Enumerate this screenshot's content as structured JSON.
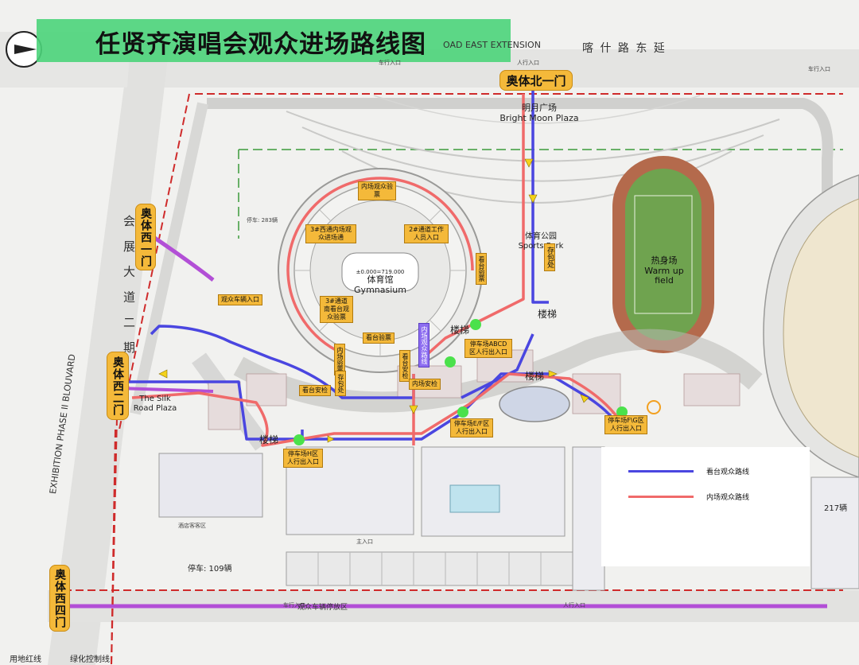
{
  "title": "任贤齐演唱会观众进场路线图",
  "roads": {
    "north_en": "OAD EAST EXTENSION",
    "north_cn": "喀 什 路 东 延",
    "west_en": "EXHIBITION PHASE II BLOUVARD",
    "west_cn": "会 展 大 道 二 期",
    "south_label": "观众车辆停放区"
  },
  "gates": {
    "north1": "奥体北一门",
    "west1": "奥体西一门",
    "west2": "奥体西二门",
    "west4": "奥体西四门"
  },
  "places": {
    "bright_moon_cn": "明月广场",
    "bright_moon_en": "Bright Moon Plaza",
    "gymnasium_cn": "体育馆",
    "gymnasium_en": "Gymnasium",
    "sports_park_cn": "体育公园",
    "sports_park_en": "Sports Park",
    "warmup_cn": "热身场",
    "warmup_en_line1": "Warm up",
    "warmup_en_line2": "field",
    "silk_en_line1": "The Silk",
    "silk_en_line2": "Road Plaza",
    "hotel": "酒店客客区",
    "parking_283": "停车: 283辆",
    "parking_109": "停车: 109辆",
    "parking_217": "217辆",
    "gym_elev": "±0.000=719.000"
  },
  "labels": {
    "inner_field": "内场观众验票",
    "west_gate3": "3#西通内场观众进场通",
    "north_gate2": "2#通道工作人员入口",
    "south_gate": "3#通道南看台观众验票",
    "vehicle_entry": "观众车辆入口",
    "stand_check": "看台验票",
    "stand_check2": "看台验票",
    "inner_check": "内场验票",
    "stand_security": "看台安检",
    "security_a": "看台安检",
    "security_b": "存包处",
    "inner_security": "内场安检",
    "parking_abcd": "停车场ABCD区人行出入口",
    "parking_ef": "停车场E/F区人行出入口",
    "parking_fg": "停车场F\\G区人行出入口",
    "parking_h": "停车场H区人行出入口",
    "bag_store": "存包处",
    "inner_path": "内场观众路线",
    "stairs_a": "楼梯",
    "stairs_b": "楼梯",
    "stairs_c": "楼梯",
    "stairs_d": "楼梯"
  },
  "legend": {
    "stand_route": "看台观众路线",
    "inner_route": "内场观众路线",
    "stand_color": "#4a46e0",
    "inner_color": "#f06a6a"
  },
  "footer": {
    "redline": "用地红线",
    "greenline": "绿化控制线"
  },
  "road_marks": {
    "car_entry": "车行入口",
    "ped_entry": "人行入口",
    "main_entry": "主入口"
  },
  "colors": {
    "banner": "#4bd47a",
    "gate": "#f4b93a",
    "route_purple": "#b24fd6",
    "track": "#b46a4c",
    "field": "#6fa34f"
  }
}
